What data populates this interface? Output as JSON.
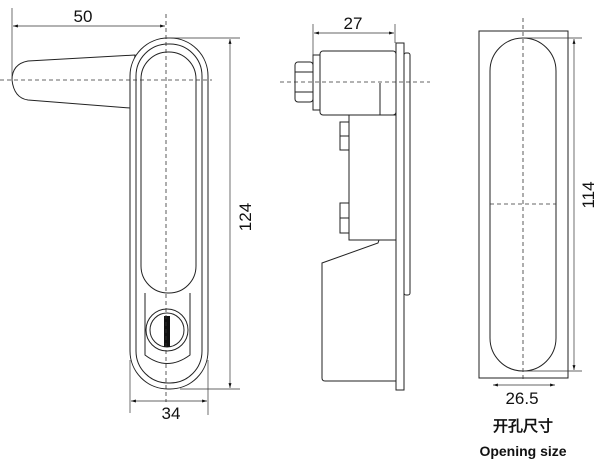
{
  "front_view": {
    "width_dim": "50",
    "height_dim": "124",
    "body_width_dim": "34"
  },
  "side_view": {
    "depth_dim": "27"
  },
  "opening_view": {
    "height_dim": "114",
    "width_dim": "26.5",
    "caption_cn": "开孔尺寸",
    "caption_en": "Opening size"
  }
}
